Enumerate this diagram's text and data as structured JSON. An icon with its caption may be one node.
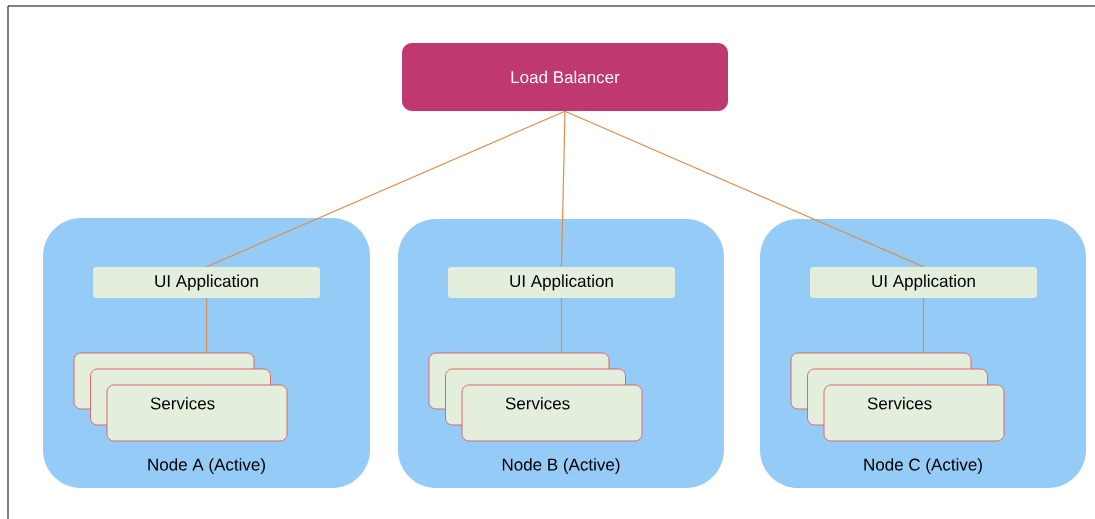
{
  "diagram": {
    "nodes": [
      {
        "text": [
          "Load Balancer"
        ]
      },
      {
        "text": [
          "Node A (Active)"
        ]
      },
      {
        "text": [
          "UI Application"
        ],
        "in": 1
      },
      {
        "text": [
          "Services"
        ],
        "in": 1
      },
      {
        "text": [
          "Node B (Active)"
        ]
      },
      {
        "text": [
          "UI Application"
        ],
        "in": 4
      },
      {
        "text": [
          "Services"
        ],
        "in": 4
      },
      {
        "text": [
          "Node C (Active)"
        ]
      },
      {
        "text": [
          "UI Application"
        ],
        "in": 7
      },
      {
        "text": [
          "Services"
        ],
        "in": 7
      }
    ],
    "edges": [
      {
        "from": 0,
        "to": 2,
        "arrow": "none"
      },
      {
        "from": 0,
        "to": 5,
        "arrow": "none"
      },
      {
        "from": 0,
        "to": 8,
        "arrow": "none"
      },
      {
        "from": 2,
        "to": 3,
        "arrow": "none"
      },
      {
        "from": 5,
        "to": 6,
        "arrow": "none"
      },
      {
        "from": 8,
        "to": 9,
        "arrow": "none"
      }
    ]
  }
}
